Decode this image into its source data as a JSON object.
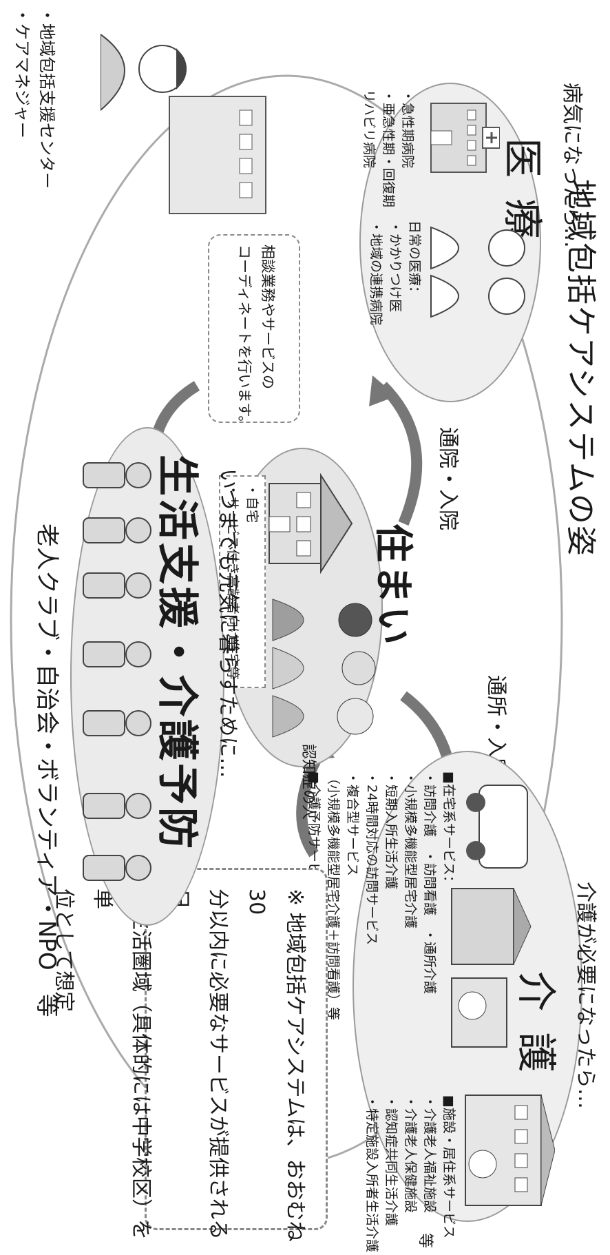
{
  "title": "地域包括ケアシステムの姿",
  "medical": {
    "heading": "病気になったら…",
    "title": "医 療",
    "hospital_items": [
      "・急性期病院",
      "・亜急性期・回復期",
      "リハビリ病院"
    ],
    "clinic_items": [
      "日常の医療：",
      "・かかりつけ医",
      "・地域の連携病院"
    ]
  },
  "care": {
    "heading": "介護が必要になったら…",
    "title": "介 護",
    "home_services_title": "■在宅系サービス：",
    "home_services": [
      "・訪問介護　・訪問看護　・通所介護",
      "・小規模多機能型居宅介護",
      "・短期入所生活介護",
      "・24時間対応の訪問サービス",
      "・複合型サービス",
      "（小規模多機能型居宅介護＋訪問看護）等"
    ],
    "prevention_service": "■介護予防サービス",
    "facility_title": "■施設・居住系サービス",
    "facility_services": [
      "・介護老人福祉施設",
      "・介護老人保健施設",
      "・認知症共同生活介護",
      "・特定施設入所者生活介護"
    ],
    "facility_suffix": "等"
  },
  "housing": {
    "title": "住まい",
    "items": [
      "・自宅",
      "・サービス付き高齢者向け住宅等"
    ],
    "dementia_label": "認知症の人"
  },
  "arrows": {
    "to_medical": "通院・入院",
    "to_care": "通所・入所"
  },
  "support": {
    "subtitle": "いつまでも元気に暮らすために…",
    "title": "生活支援・介護予防",
    "actors": "老人クラブ・自治会・ボランティア・NPO　等"
  },
  "consult": {
    "lines": [
      "相談業務やサービスの",
      "コーディネートを行います。"
    ],
    "center": "・地域包括支援センター",
    "manager": "・ケアマネジャー"
  },
  "note": {
    "mark": "※",
    "lines": [
      "地域包括ケアシステムは、おおむね30",
      "分以内に必要なサービスが提供される日",
      "常生活圏域（具体的には中学校区）を単",
      "位として想定"
    ]
  }
}
